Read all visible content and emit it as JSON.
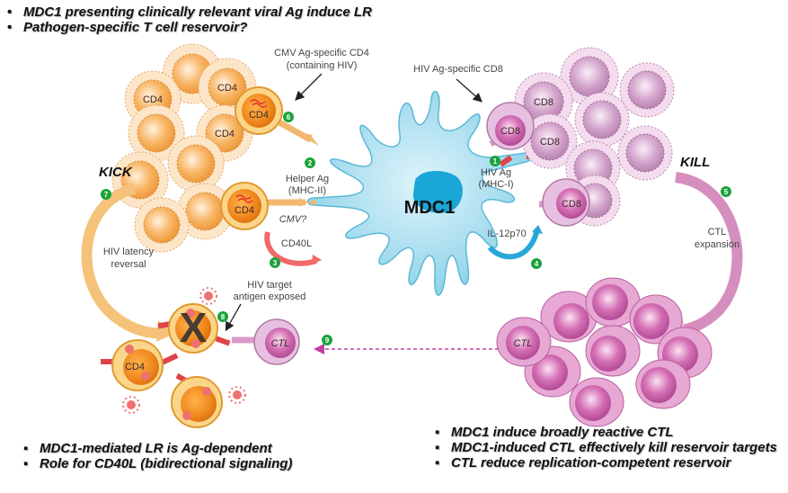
{
  "top_bullets": [
    "MDC1 presenting clinically relevant viral Ag induce LR",
    "Pathogen-specific T cell reservoir?"
  ],
  "bottom_left_bullets": [
    "MDC1-mediated LR is Ag-dependent",
    "Role for CD40L (bidirectional signaling)"
  ],
  "bottom_right_bullets": [
    "MDC1 induce broadly reactive CTL",
    "MDC1-induced CTL effectively kill reservoir targets",
    "CTL reduce replication-competent reservoir"
  ],
  "center": {
    "label": "MDC1"
  },
  "labels": {
    "cmv_cd4_line1": "CMV Ag-specific CD4",
    "cmv_cd4_line2": "(containing HIV)",
    "hiv_cd8": "HIV Ag-specific CD8",
    "helper_ag_line1": "Helper Ag",
    "helper_ag_line2": "(MHC-II)",
    "cmv_q": "CMV?",
    "cd40l": "CD40L",
    "hiv_ag_line1": "HIV Ag",
    "hiv_ag_line2": "(MHC-I)",
    "il12": "IL-12p70",
    "kick": "KICK",
    "kill": "KILL",
    "latency_line1": "HIV latency",
    "latency_line2": "reversal",
    "ctl_exp_line1": "CTL",
    "ctl_exp_line2": "expansion",
    "target_line1": "HIV target",
    "target_line2": "antigen exposed"
  },
  "cell_labels": {
    "cd4": "CD4",
    "cd8": "CD8",
    "ctl": "CTL"
  },
  "step_numbers": [
    "1",
    "2",
    "3",
    "4",
    "5",
    "6",
    "7",
    "8",
    "9"
  ],
  "colors": {
    "mdc": "#8fd3ea",
    "mdc_nucleus": "#1aa6d6",
    "cd4": "#f5a94e",
    "cd4_halo": "#fde2c0",
    "cd8": "#c890c0",
    "cd8_halo": "#f4dcee",
    "ctl": "#d874b8",
    "step_badge": "#1aa33a",
    "receptor_red": "#e0424a"
  }
}
